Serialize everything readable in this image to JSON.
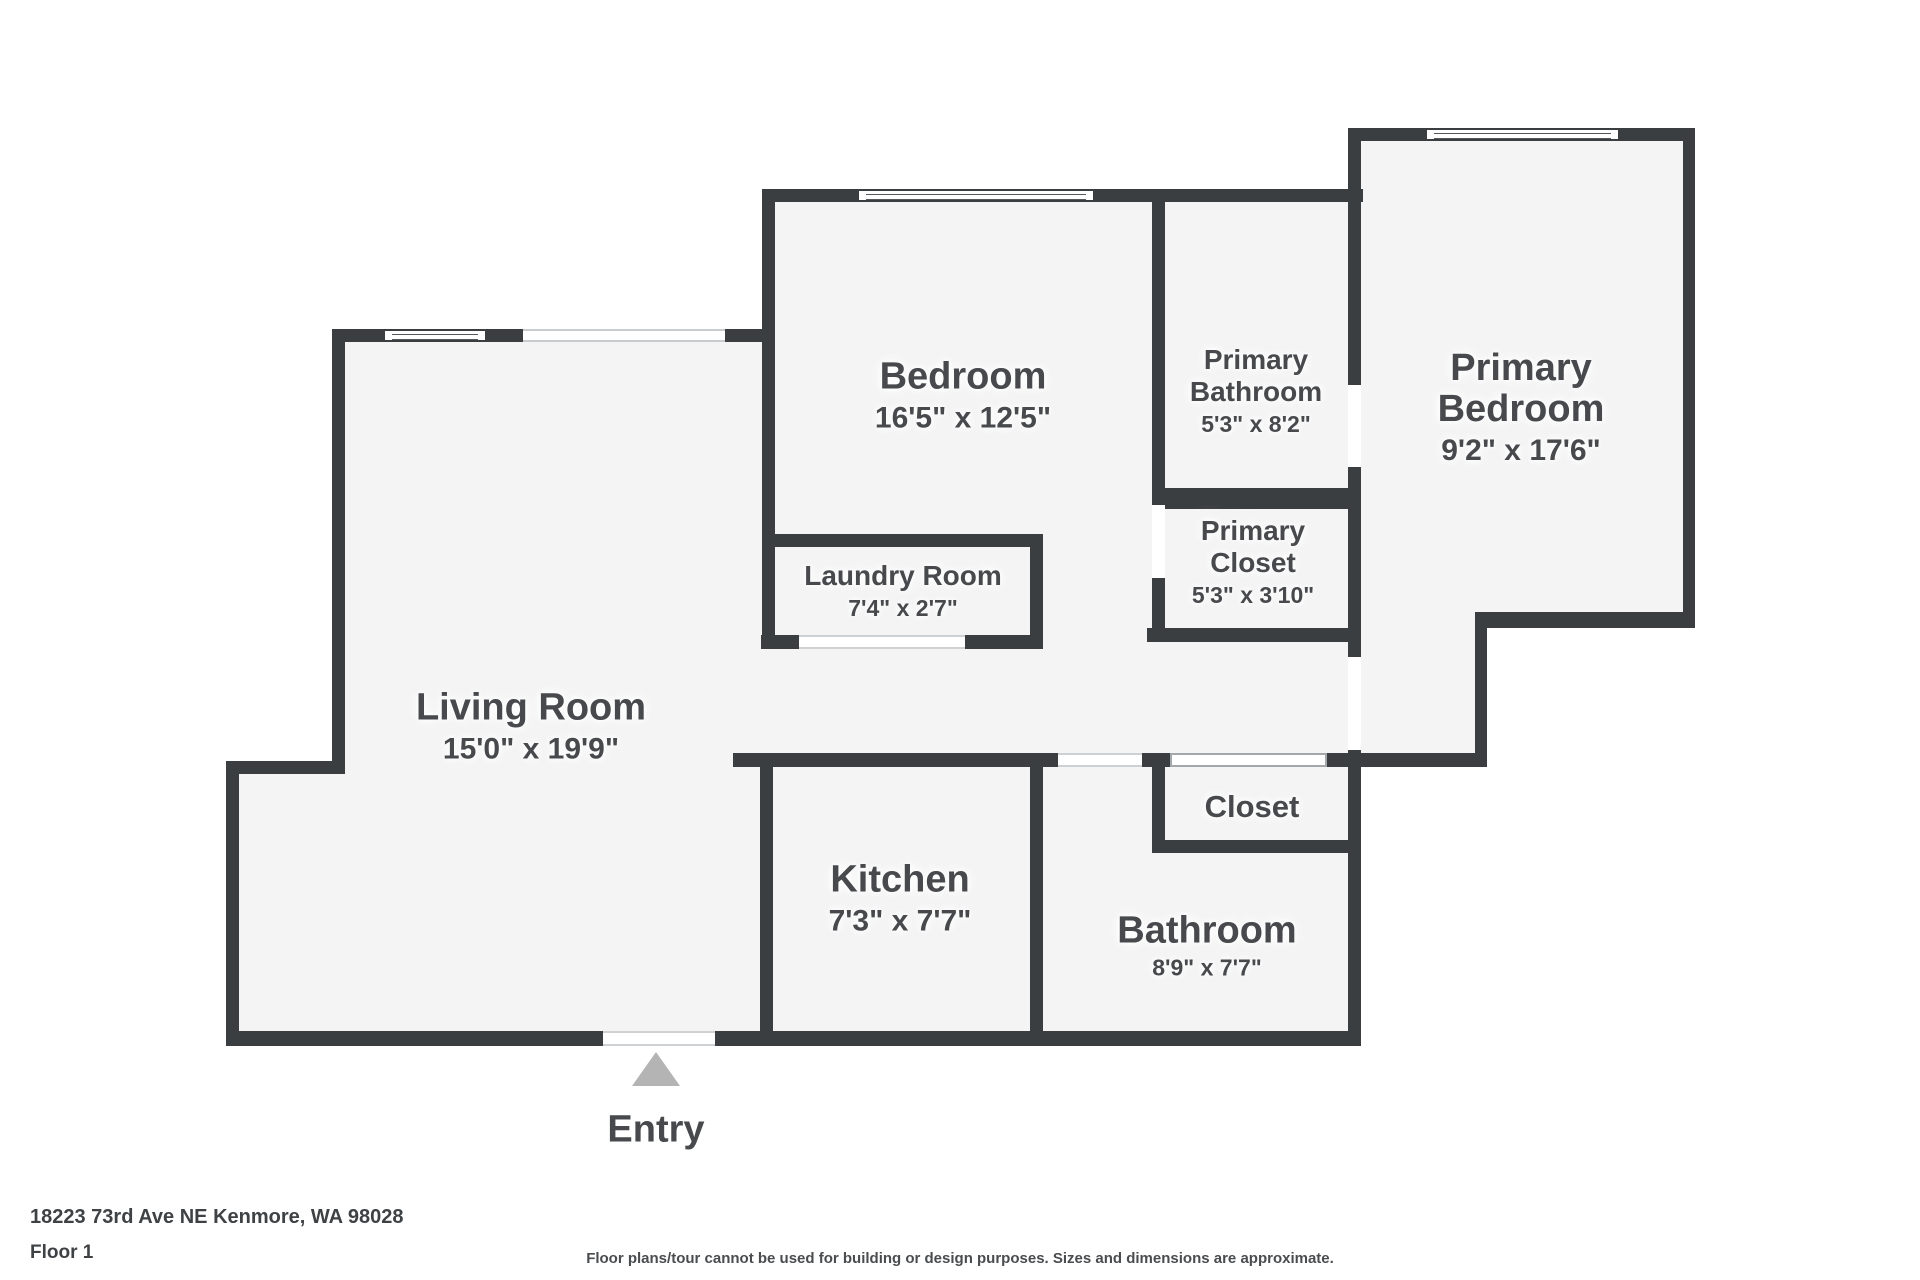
{
  "rooms": {
    "living_room": {
      "name": "Living Room",
      "dims": "15'0\" x 19'9\""
    },
    "bedroom": {
      "name": "Bedroom",
      "dims": "16'5\" x 12'5\""
    },
    "primary_bathroom": {
      "name": "Primary Bathroom",
      "dims": "5'3\" x 8'2\""
    },
    "primary_bedroom": {
      "name": "Primary Bedroom",
      "dims": "9'2\" x 17'6\""
    },
    "primary_closet": {
      "name": "Primary Closet",
      "dims": "5'3\" x 3'10\""
    },
    "laundry_room": {
      "name": "Laundry Room",
      "dims": "7'4\" x 2'7\""
    },
    "closet": {
      "name": "Closet"
    },
    "kitchen": {
      "name": "Kitchen",
      "dims": "7'3\" x 7'7\""
    },
    "bathroom": {
      "name": "Bathroom",
      "dims": "8'9\" x 7'7\""
    }
  },
  "entry_label": "Entry",
  "footer": {
    "address": "18223 73rd Ave NE Kenmore, WA 98028",
    "floor": "Floor 1",
    "disclaimer": "Floor plans/tour cannot be used for building or design purposes. Sizes and dimensions are approximate."
  },
  "colors": {
    "wall": "#3b3e41",
    "room_fill": "#f4f4f5",
    "label_text": "#47494c",
    "entry_arrow": "#b4b4b4"
  }
}
